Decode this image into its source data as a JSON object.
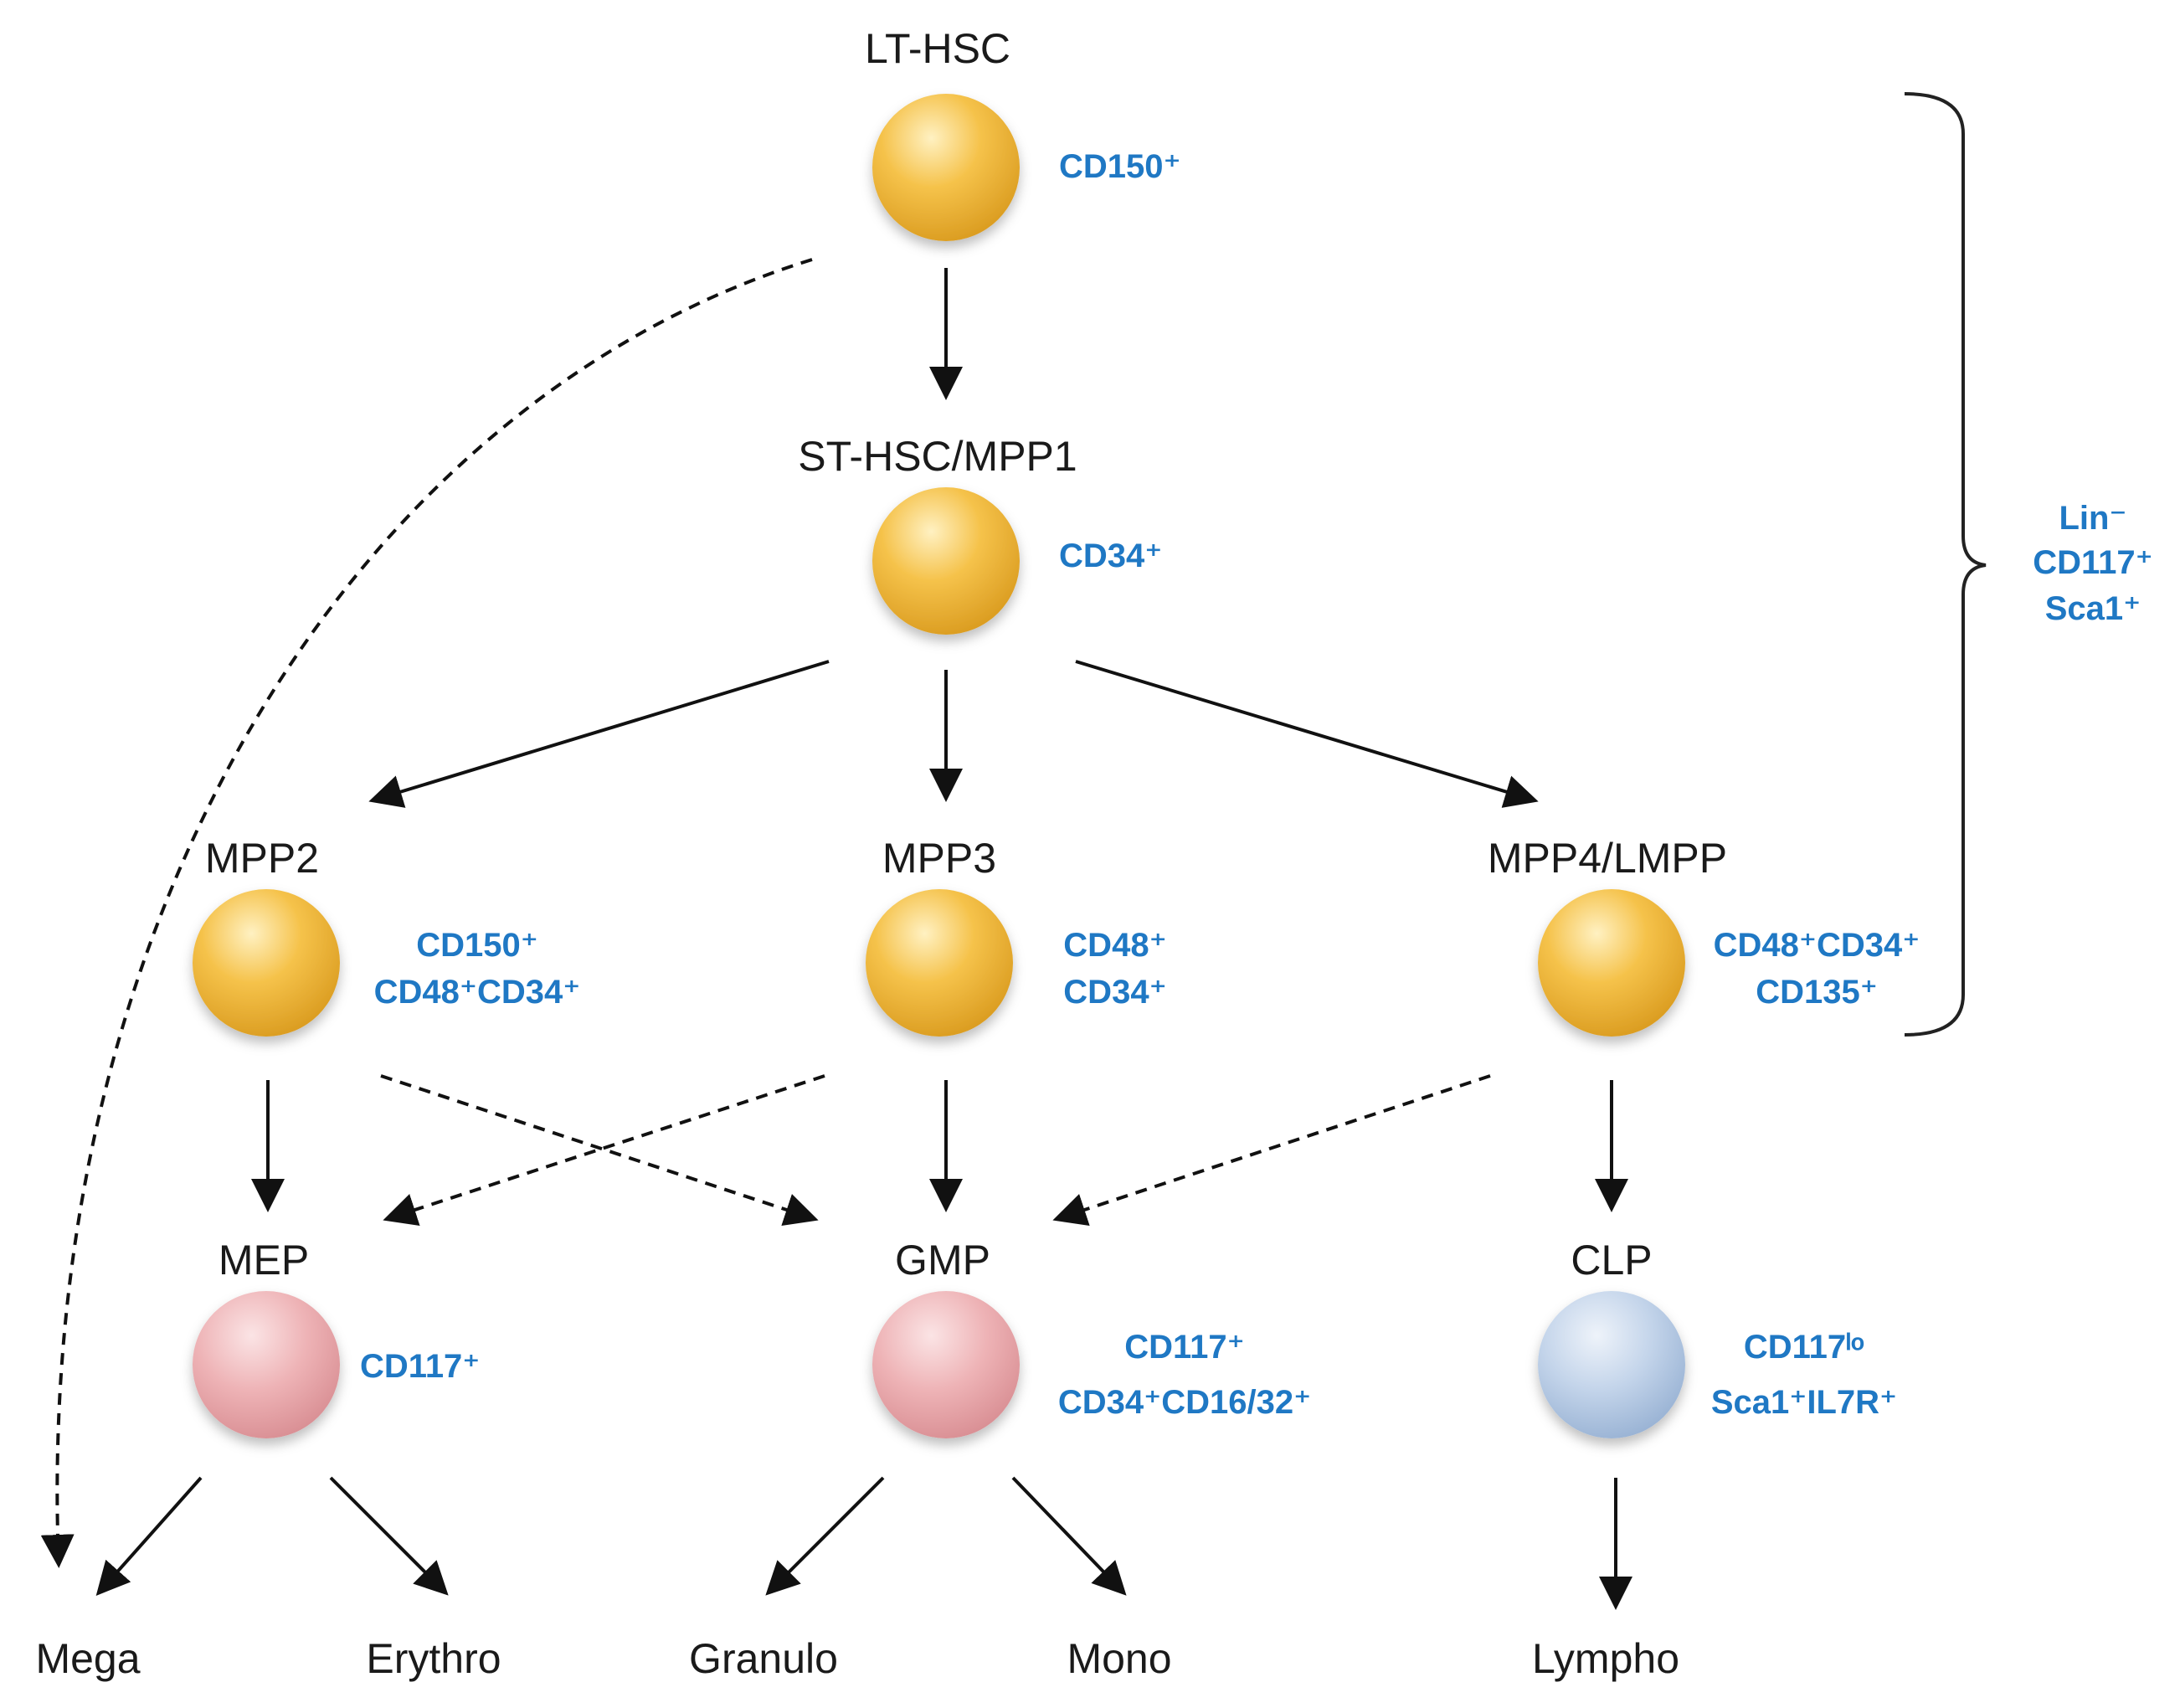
{
  "colors": {
    "stem_cell": "#f2b73a",
    "myeloid_progenitor": "#e9a7ab",
    "lymphoid_progenitor": "#b8cbe2",
    "marker_text": "#1f78c4",
    "arrow": "#111111"
  },
  "nodes": {
    "lt_hsc": {
      "label": "LT-HSC",
      "markers": [
        "CD150⁺"
      ]
    },
    "st_hsc": {
      "label": "ST-HSC/MPP1",
      "markers": [
        "CD34⁺"
      ]
    },
    "mpp2": {
      "label": "MPP2",
      "markers": [
        "CD150⁺",
        "CD48⁺CD34⁺"
      ]
    },
    "mpp3": {
      "label": "MPP3",
      "markers": [
        "CD48⁺",
        "CD34⁺"
      ]
    },
    "mpp4": {
      "label": "MPP4/LMPP",
      "markers": [
        "CD48⁺CD34⁺",
        "CD135⁺"
      ]
    },
    "mep": {
      "label": "MEP",
      "markers": [
        "CD117⁺"
      ]
    },
    "gmp": {
      "label": "GMP",
      "markers": [
        "CD117⁺",
        "CD34⁺CD16/32⁺"
      ]
    },
    "clp": {
      "label": "CLP",
      "markers": [
        "CD117ˡᵒ",
        "Sca1⁺IL7R⁺"
      ]
    }
  },
  "bracket_markers": [
    "Lin⁻",
    "CD117⁺",
    "Sca1⁺"
  ],
  "outcomes": {
    "mega": "Mega",
    "erythro": "Erythro",
    "granulo": "Granulo",
    "mono": "Mono",
    "lympho": "Lympho"
  }
}
